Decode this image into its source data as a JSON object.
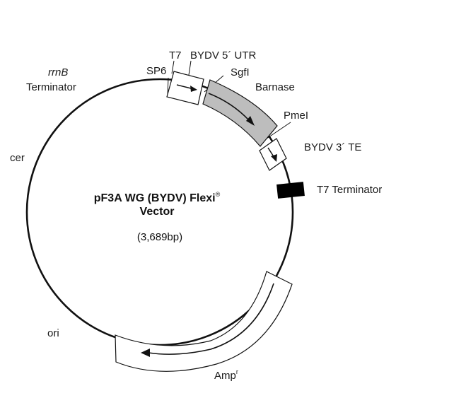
{
  "vector": {
    "name": "pF3A WG (BYDV) Flexi",
    "name_symbol": "®",
    "name_line2": "Vector",
    "size": "(3,689bp)"
  },
  "labels": {
    "t7": "T7",
    "bydv_5utr": "BYDV 5´ UTR",
    "sp6": "SP6",
    "sgfi": "SgfI",
    "rrnb_italic": "rrnB",
    "rrnb_terminator": "Terminator",
    "barnase": "Barnase",
    "pmei": "PmeI",
    "bydv_3te": "BYDV 3´ TE",
    "t7_terminator": "T7 Terminator",
    "cer": "cer",
    "ori": "ori",
    "amp": "Amp",
    "amp_sup": "r"
  },
  "colors": {
    "backbone": "#111111",
    "barnase_fill": "#bdbdbd",
    "t7_terminator_fill": "#000000",
    "box_fill": "#ffffff"
  }
}
